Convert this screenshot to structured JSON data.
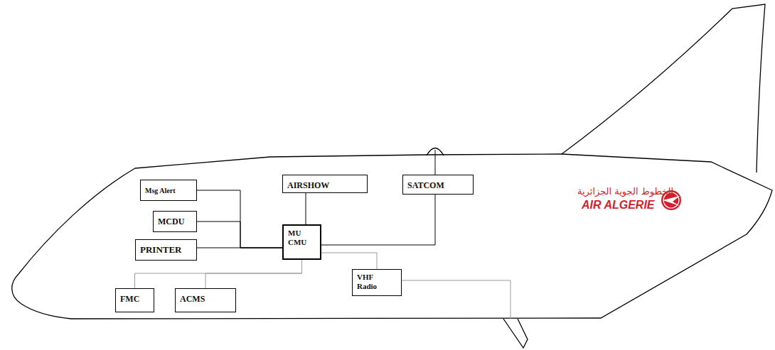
{
  "diagram": {
    "nodes": [
      {
        "text": [
          "Msg Alert"
        ]
      },
      {
        "text": [
          "MCDU"
        ]
      },
      {
        "text": [
          "PRINTER"
        ]
      },
      {
        "text": [
          "AIRSHOW"
        ]
      },
      {
        "text": [
          "SATCOM"
        ]
      },
      {
        "text": [
          "MU CMU"
        ]
      },
      {
        "text": [
          "VHF Radio"
        ]
      },
      {
        "text": [
          "FMC"
        ]
      },
      {
        "text": [
          "ACMS"
        ]
      }
    ],
    "edges": [
      {
        "from": 0,
        "to": 5,
        "arrow": "none"
      },
      {
        "from": 1,
        "to": 5,
        "arrow": "none"
      },
      {
        "from": 2,
        "to": 5,
        "arrow": "none"
      },
      {
        "from": 3,
        "to": 5,
        "arrow": "none"
      },
      {
        "from": 5,
        "to": 4,
        "arrow": "none"
      },
      {
        "from": 5,
        "to": 6,
        "arrow": "none"
      },
      {
        "from": 5,
        "to": 7,
        "arrow": "none"
      },
      {
        "from": 5,
        "to": 8,
        "arrow": "none"
      }
    ],
    "labels": [
      "الخطوط الجوية الجزائرية",
      "AIR ALGERIE"
    ]
  }
}
